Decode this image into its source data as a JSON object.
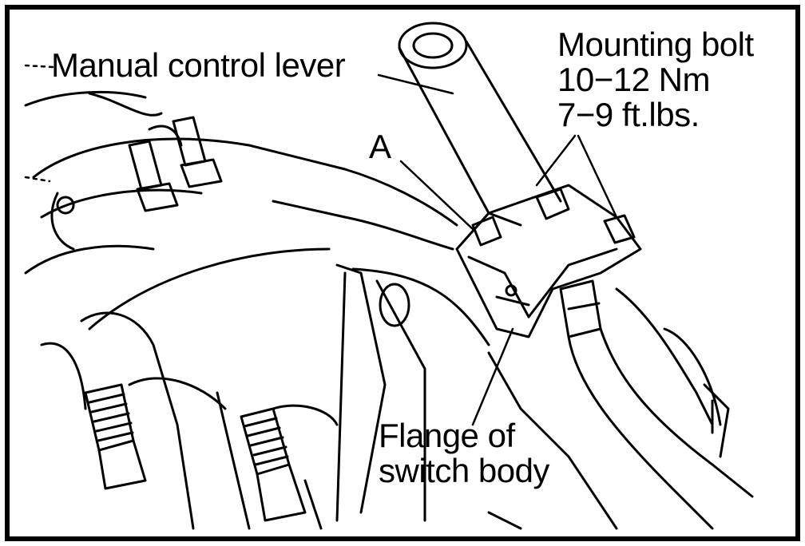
{
  "labels": {
    "manual_control_lever": "Manual control lever",
    "mounting_bolt": {
      "line1": "Mounting bolt",
      "line2": "10−12 Nm",
      "line3": "7−9 ft.lbs."
    },
    "point_a": "A",
    "flange": {
      "line1": "Flange of",
      "line2": "switch body"
    }
  },
  "colors": {
    "ink": "#000000",
    "paper": "#ffffff"
  }
}
